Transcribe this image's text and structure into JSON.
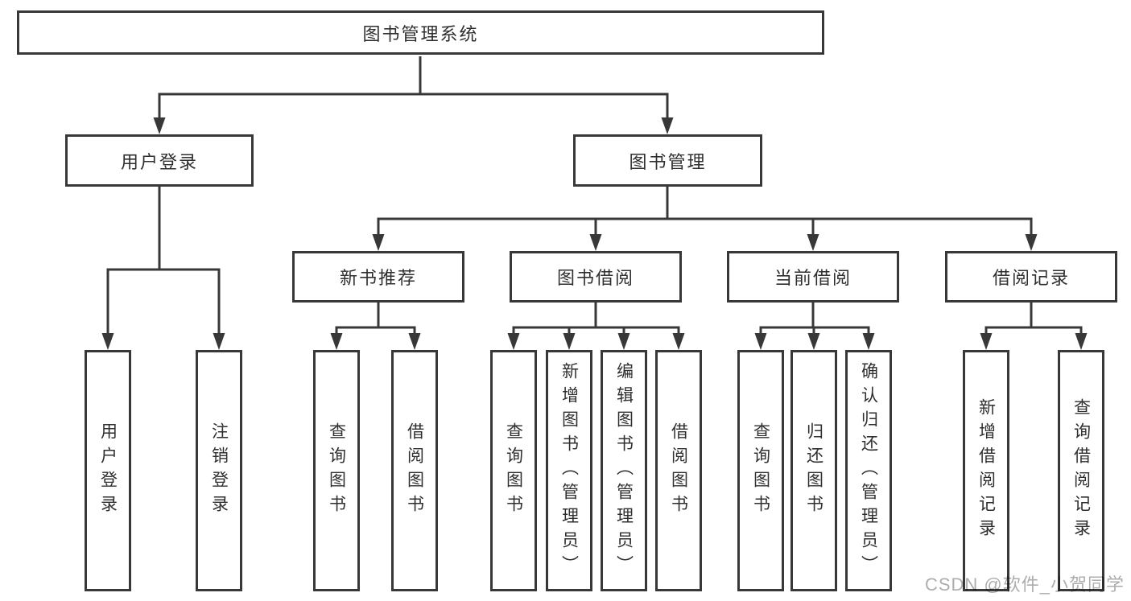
{
  "tree": {
    "root": {
      "label": "图书管理系统"
    },
    "branches": [
      {
        "label": "用户登录",
        "children": [
          "用户登录",
          "注销登录"
        ]
      },
      {
        "label": "图书管理",
        "sections": [
          {
            "label": "新书推荐",
            "children": [
              "查询图书",
              "借阅图书"
            ]
          },
          {
            "label": "图书借阅",
            "children": [
              "查询图书",
              "新增图书（管理员）",
              "编辑图书（管理员）",
              "借阅图书"
            ]
          },
          {
            "label": "当前借阅",
            "children": [
              "查询图书",
              "归还图书",
              "确认归还（管理员）"
            ]
          },
          {
            "label": "借阅记录",
            "children": [
              "新增借阅记录",
              "查询借阅记录"
            ]
          }
        ]
      }
    ]
  },
  "watermark": "CSDN @软件_小贺同学",
  "colors": {
    "line": "#383838",
    "box_border": "#383838",
    "text": "#2f2f2f",
    "watermark": "#919191",
    "background": "#ffffff"
  }
}
